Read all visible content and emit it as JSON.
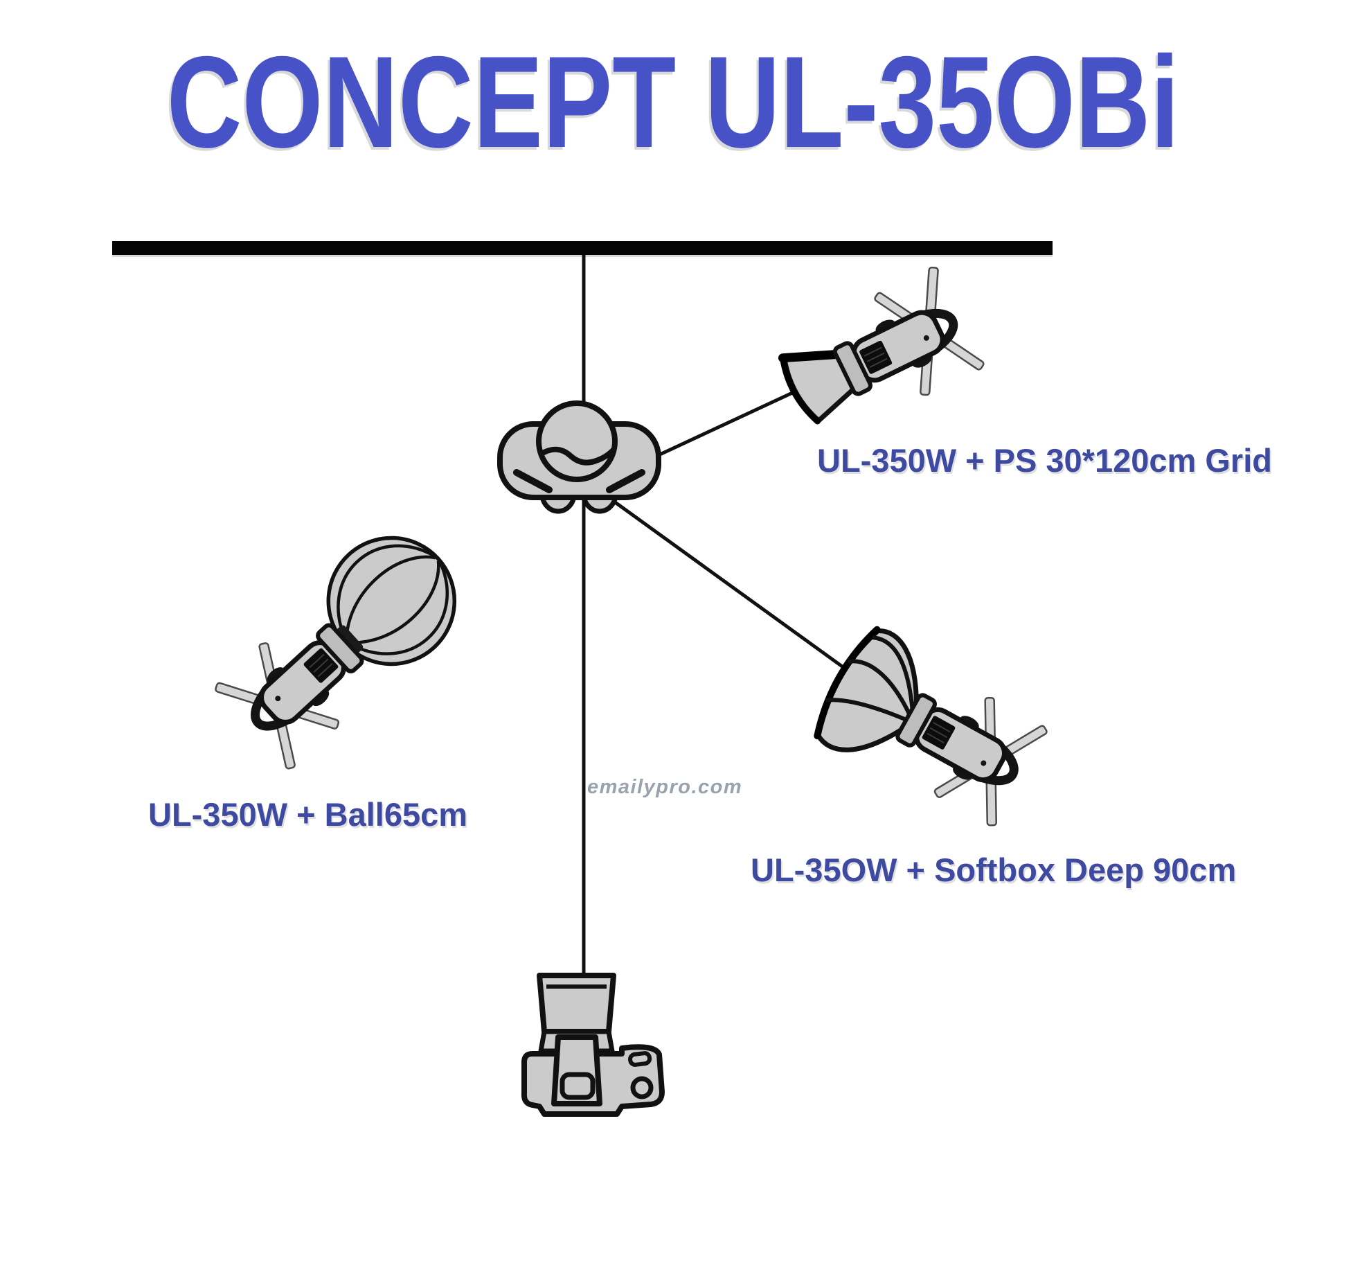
{
  "title": {
    "text": "CONCEPT UL-35OBi"
  },
  "diagram": {
    "backdrop": {
      "icon": "backdrop-bar"
    },
    "subject": {
      "icon": "person-top-view"
    },
    "camera": {
      "icon": "camera-top-view"
    },
    "lights": [
      {
        "id": "strip-grid",
        "label": "UL-350W + PS 30*120cm Grid",
        "icon": "strobe-with-strip-grid-reflector"
      },
      {
        "id": "ball",
        "label": "UL-350W + Ball65cm",
        "icon": "strobe-with-ball-diffuser"
      },
      {
        "id": "deep-softbox",
        "label": "UL-35OW + Softbox Deep 90cm",
        "icon": "strobe-with-deep-softbox"
      }
    ]
  },
  "watermark": {
    "text": "emailypro.com"
  },
  "colors": {
    "title": "#4652c6",
    "labels": "#3e4aa0",
    "watermark": "#9aa2ae",
    "fixture_fill": "#cbcbcb",
    "outline": "#111111",
    "backdrop": "#000000"
  }
}
